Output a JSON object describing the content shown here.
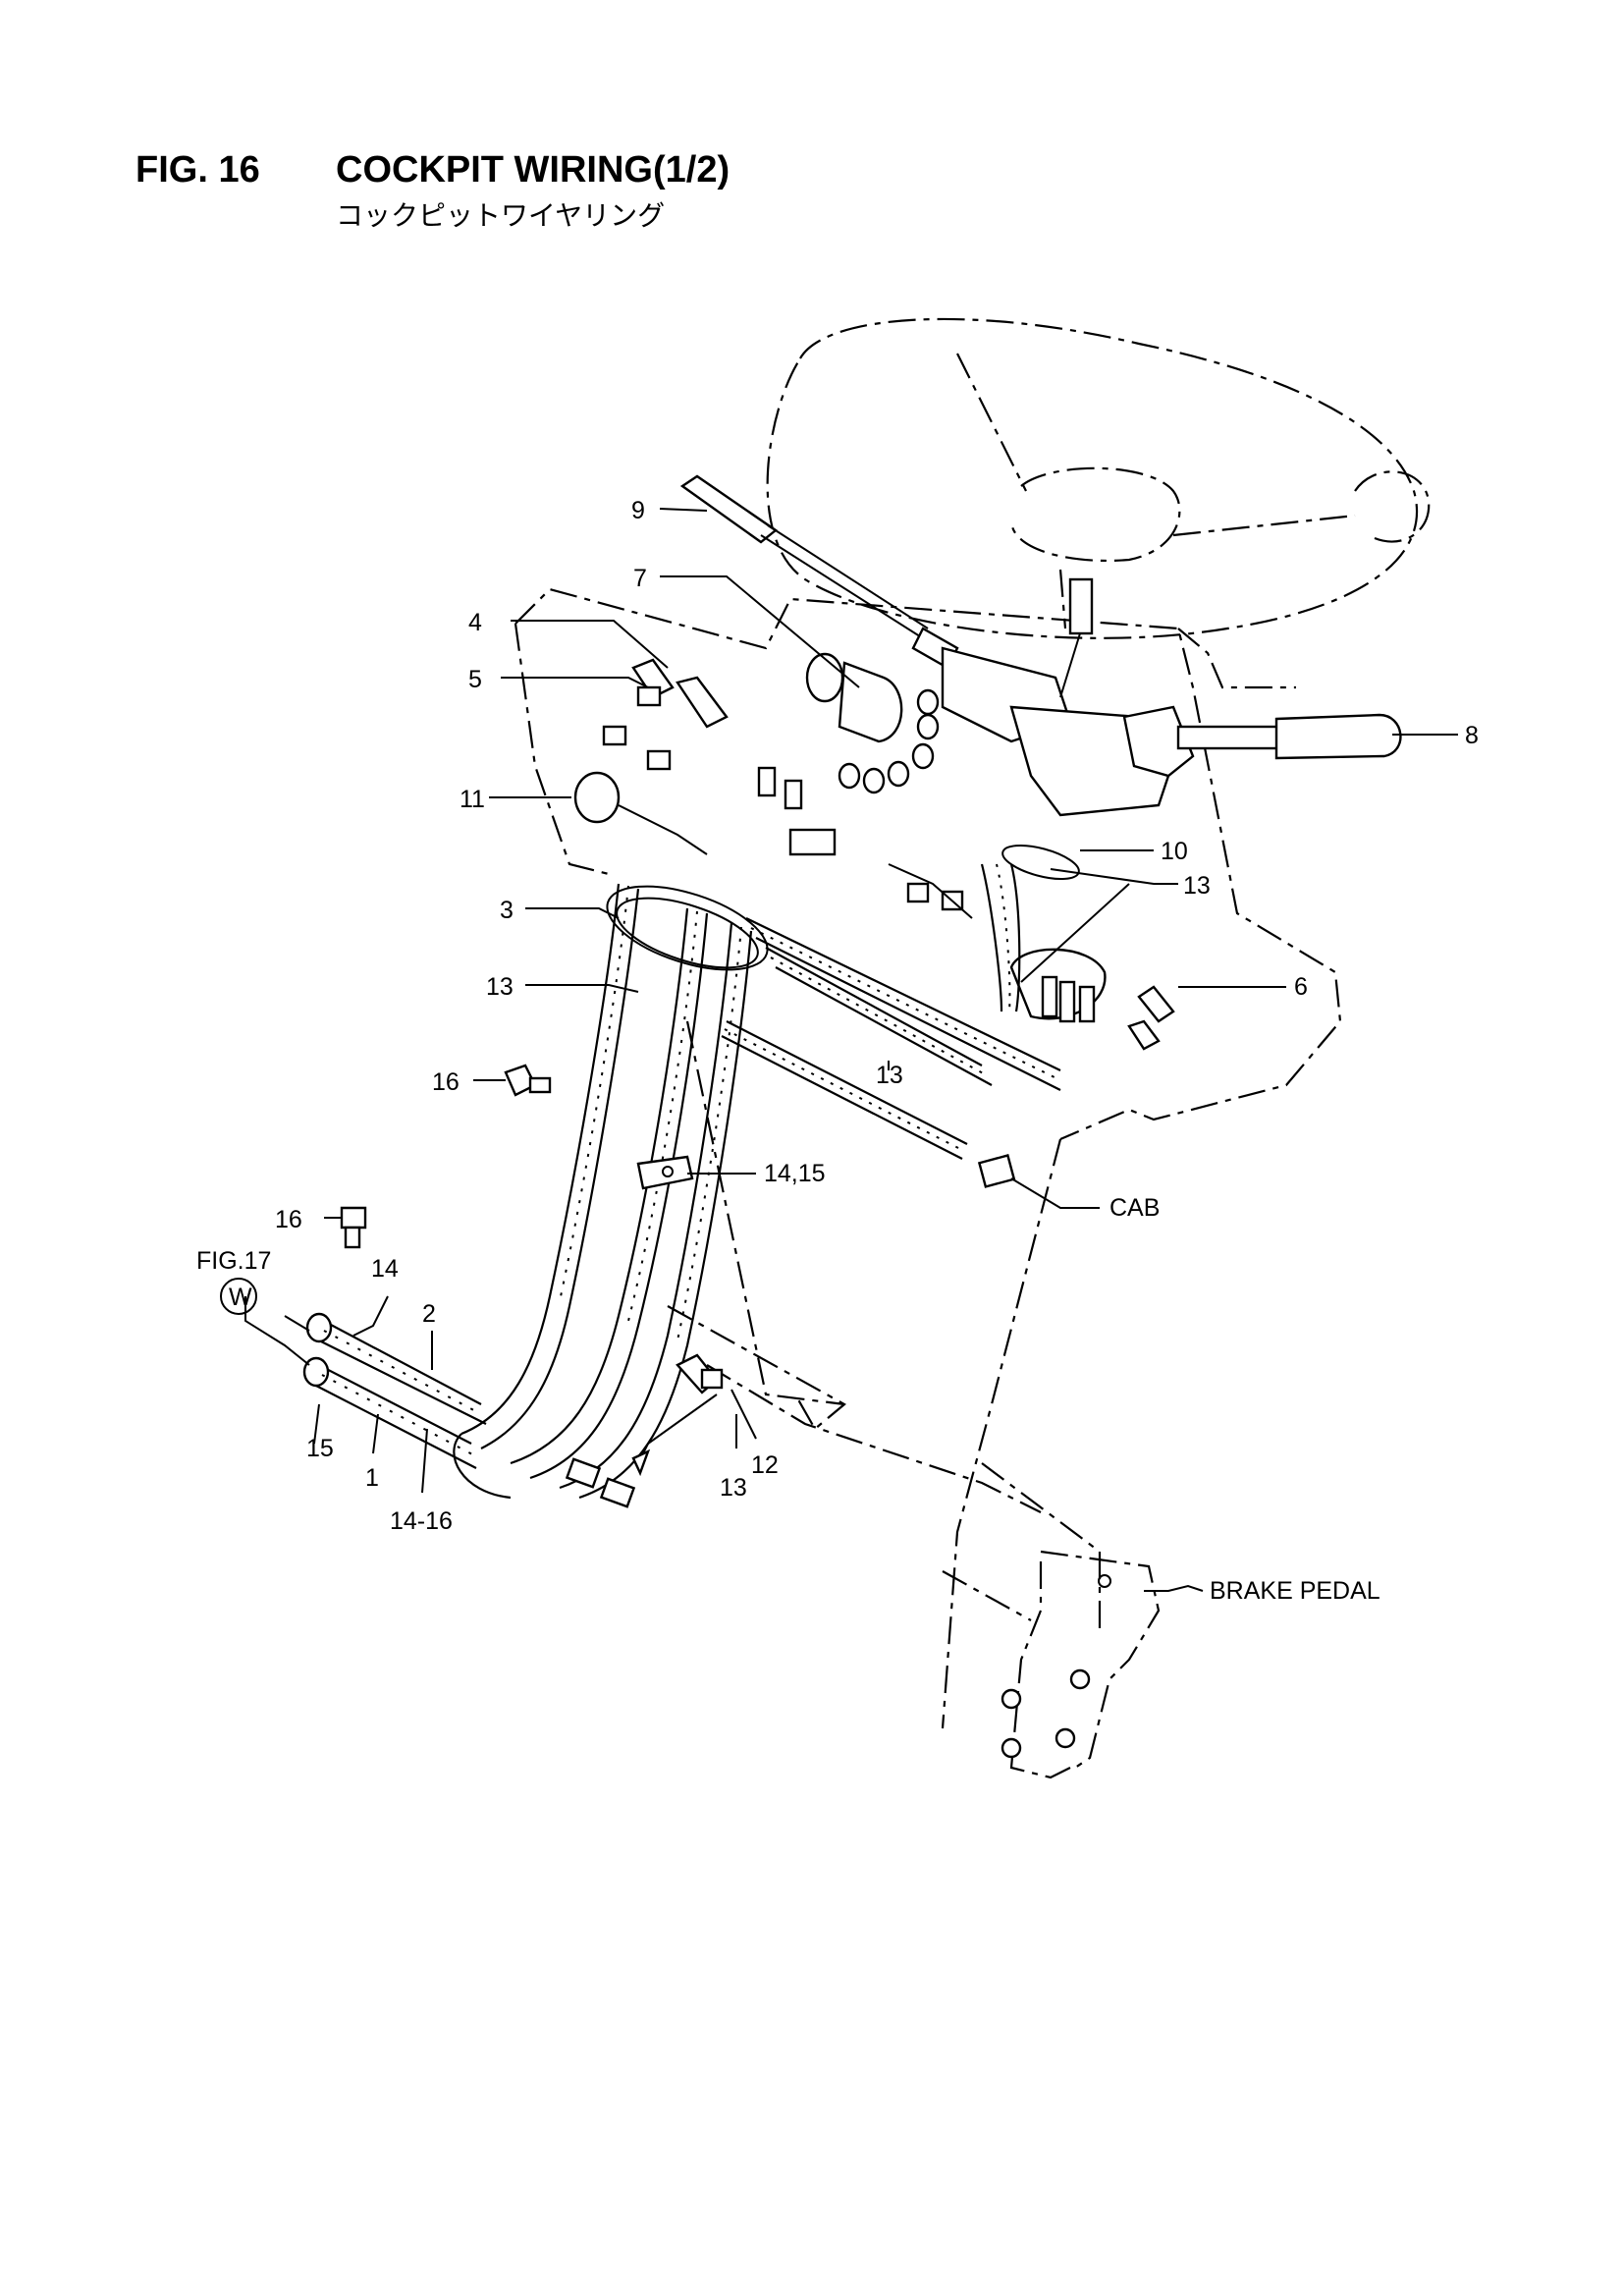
{
  "header": {
    "figure_number": "FIG. 16",
    "title": "COCKPIT WIRING(1/2)",
    "subtitle": "コックピットワイヤリング"
  },
  "callouts": {
    "n1": "1",
    "n2": "2",
    "n3": "3",
    "n4": "4",
    "n5": "5",
    "n6": "6",
    "n7": "7",
    "n8": "8",
    "n9": "9",
    "n10": "10",
    "n11": "11",
    "n12": "12",
    "n13a": "13",
    "n13b": "13",
    "n13c": "13",
    "n13d": "13",
    "n14": "14",
    "n14_15": "14,15",
    "n14_16": "14-16",
    "n15": "15",
    "n16a": "16",
    "n16b": "16"
  },
  "references": {
    "fig17": "FIG.17",
    "circle_w": "W",
    "cab": "CAB",
    "brake_pedal": "BRAKE PEDAL"
  }
}
